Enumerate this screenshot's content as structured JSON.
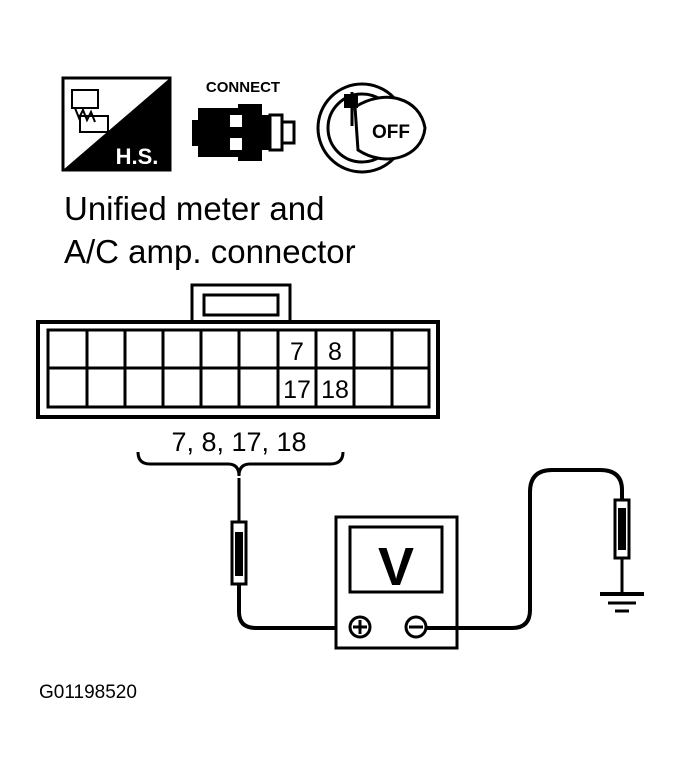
{
  "icons": {
    "hs_label": "H.S.",
    "connect_label": "CONNECT",
    "off_label": "OFF"
  },
  "title": {
    "line1": "Unified meter and",
    "line2": "A/C amp. connector"
  },
  "connector": {
    "top_row": {
      "pin_a": "7",
      "pin_b": "8"
    },
    "bottom_row": {
      "pin_a": "17",
      "pin_b": "18"
    }
  },
  "pins_label": "7, 8, 17, 18",
  "voltmeter": {
    "unit": "V",
    "plus": "+",
    "minus": "−"
  },
  "figure_code": "G01198520"
}
